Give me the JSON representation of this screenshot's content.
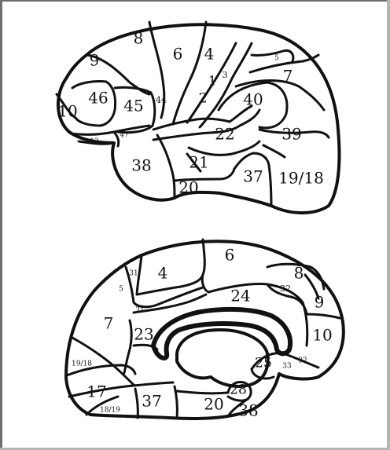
{
  "lateral_view": {
    "labels": {
      "a8": "8",
      "a6": "6",
      "a4": "4",
      "a9": "9",
      "a46": "46",
      "a45": "45",
      "a44": "44",
      "a1": "1",
      "a3": "3",
      "a2": "2",
      "a5": "5",
      "a7": "7",
      "a40": "40",
      "a10": "10",
      "a47": "47",
      "a12": "12",
      "a22": "22",
      "a39": "39",
      "a38": "38",
      "a21": "21",
      "a37": "37",
      "a1918": "19/18",
      "a20": "20"
    }
  },
  "medial_view": {
    "labels": {
      "a4": "4",
      "a6": "6",
      "a8": "8",
      "a31_top": "31",
      "a5": "5",
      "a32": "32",
      "a24": "24",
      "a9": "9",
      "a7": "7",
      "a23": "23",
      "a10": "10",
      "a1918": "19/18",
      "a25": "25",
      "a33": "33",
      "a32b": "32",
      "a17": "17",
      "a28": "28",
      "a1819": "18/19",
      "a37": "37",
      "a20": "20",
      "a38": "38"
    }
  }
}
